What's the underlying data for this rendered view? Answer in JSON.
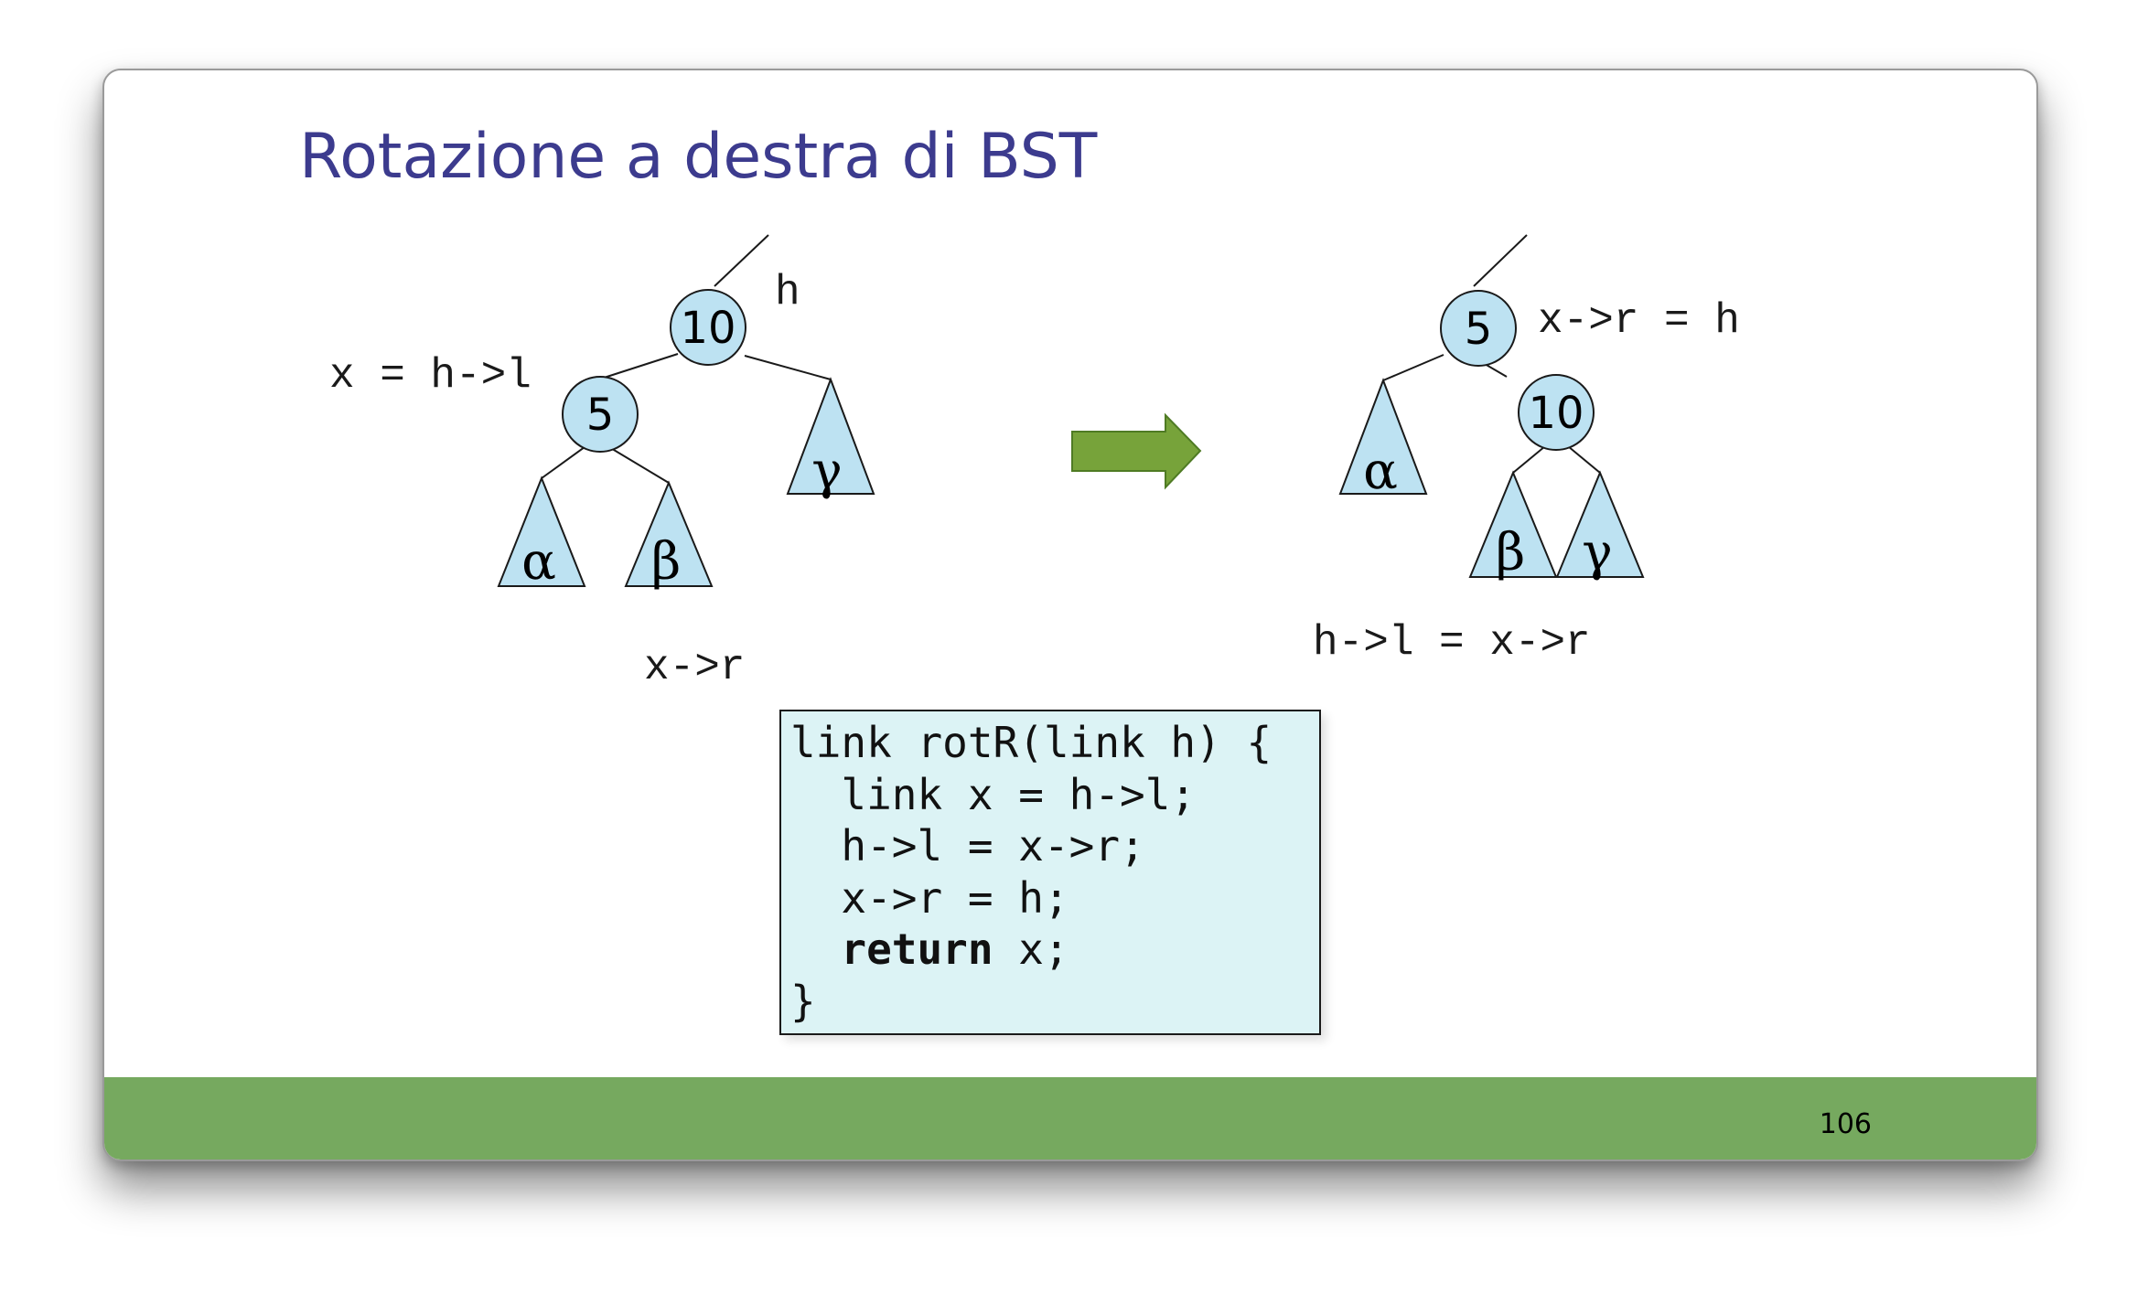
{
  "slide": {
    "title": "Rotazione a destra di BST",
    "page_number": "106"
  },
  "left_tree": {
    "root_node": "10",
    "child_node": "5",
    "label_h": "h",
    "label_x_assign": "x = h->l",
    "label_x_r": "x->r",
    "subtree_alpha": "α",
    "subtree_beta": "β",
    "subtree_gamma": "γ"
  },
  "right_tree": {
    "root_node": "5",
    "child_node": "10",
    "label_xr_assign": "x->r = h",
    "label_hl_assign": "h->l = x->r",
    "subtree_alpha": "α",
    "subtree_beta": "β",
    "subtree_gamma": "γ"
  },
  "code": {
    "line1": "link rotR(link h) {",
    "line2_indent": "  ",
    "line2": "link x = h->l;",
    "line3": "  h->l = x->r;",
    "line4": "  x->r = h;",
    "line5_indent": "  ",
    "line5_keyword": "return",
    "line5_rest": " x;",
    "line6": "}"
  },
  "colors": {
    "title": "#3c3b8e",
    "node_fill": "#bde2f2",
    "arrow_fill": "#77a33a",
    "code_background": "#dcf3f5",
    "footer_bar": "#76a95f"
  },
  "icons": {
    "transition_arrow": "right-arrow-icon"
  }
}
